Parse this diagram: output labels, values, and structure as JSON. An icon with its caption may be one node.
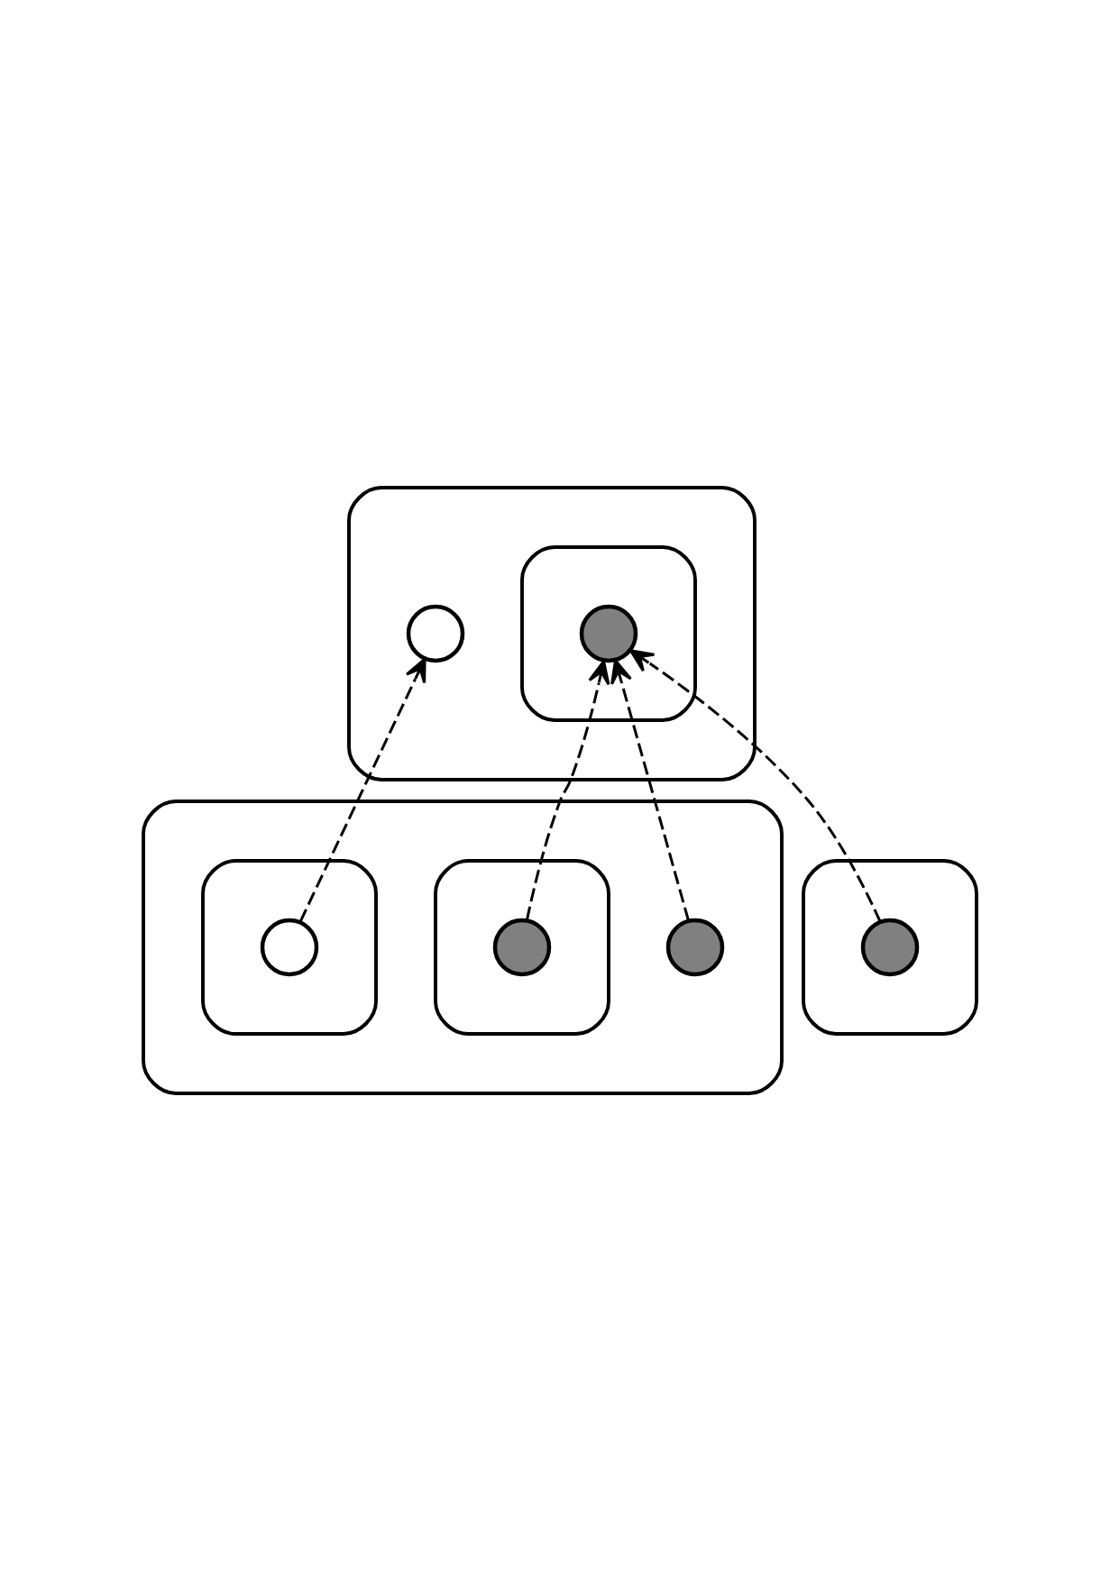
{
  "diagram": {
    "nodes": [
      {
        "text": [],
        "shape": "ellipse"
      },
      {
        "text": [],
        "shape": "circle",
        "in": 0
      },
      {
        "text": [],
        "shape": "ellipse",
        "in": 0
      },
      {
        "text": [],
        "shape": "circle",
        "in": 2
      },
      {
        "text": [],
        "shape": "ellipse"
      },
      {
        "text": [],
        "shape": "ellipse",
        "in": 4
      },
      {
        "text": [],
        "shape": "ellipse",
        "in": 4
      },
      {
        "text": [],
        "shape": "circle",
        "in": 5
      },
      {
        "text": [],
        "shape": "circle",
        "in": 4
      },
      {
        "text": [],
        "shape": "circle",
        "in": 6
      },
      {
        "text": [],
        "shape": "ellipse"
      },
      {
        "text": [],
        "shape": "circle",
        "in": 10
      }
    ],
    "edges": [
      {
        "from": 7,
        "to": 1,
        "arrow": "to",
        "style": "dashed"
      },
      {
        "from": 8,
        "to": 3,
        "arrow": "to",
        "style": "dashed"
      },
      {
        "from": 9,
        "to": 3,
        "arrow": "to",
        "style": "dashed"
      },
      {
        "from": 11,
        "to": 3,
        "arrow": "to",
        "style": "dashed"
      }
    ]
  }
}
